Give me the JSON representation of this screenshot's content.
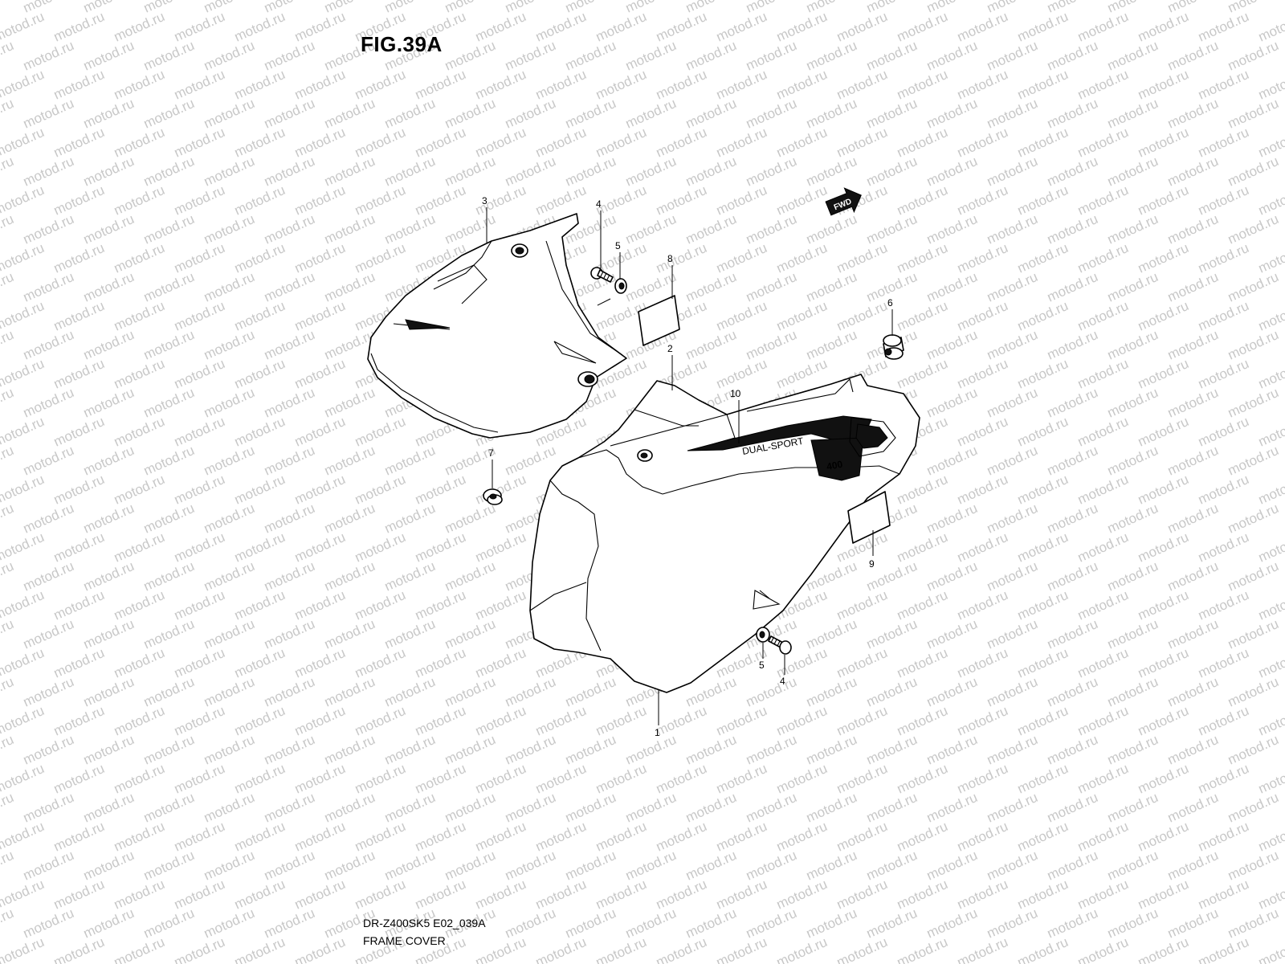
{
  "figure": {
    "title": "FIG.39A",
    "model_code": "DR-Z400SK5 E02_039A",
    "section_name": "FRAME COVER"
  },
  "watermark_text": "motod.ru",
  "fwd_label": "FWD",
  "graphic_text": {
    "decal_text": "DUAL-SPORT",
    "decal_model": "400"
  },
  "callouts": [
    {
      "id": "part-1",
      "label": "1"
    },
    {
      "id": "part-2",
      "label": "2"
    },
    {
      "id": "part-3",
      "label": "3"
    },
    {
      "id": "part-4-top",
      "label": "4"
    },
    {
      "id": "part-5-top",
      "label": "5"
    },
    {
      "id": "part-6",
      "label": "6"
    },
    {
      "id": "part-7",
      "label": "7"
    },
    {
      "id": "part-8",
      "label": "8"
    },
    {
      "id": "part-9",
      "label": "9"
    },
    {
      "id": "part-10",
      "label": "10"
    },
    {
      "id": "part-5-bottom",
      "label": "5"
    },
    {
      "id": "part-4-bottom",
      "label": "4"
    }
  ],
  "colors": {
    "line": "#000000",
    "watermark": "#c8c8c8",
    "background": "#ffffff"
  }
}
